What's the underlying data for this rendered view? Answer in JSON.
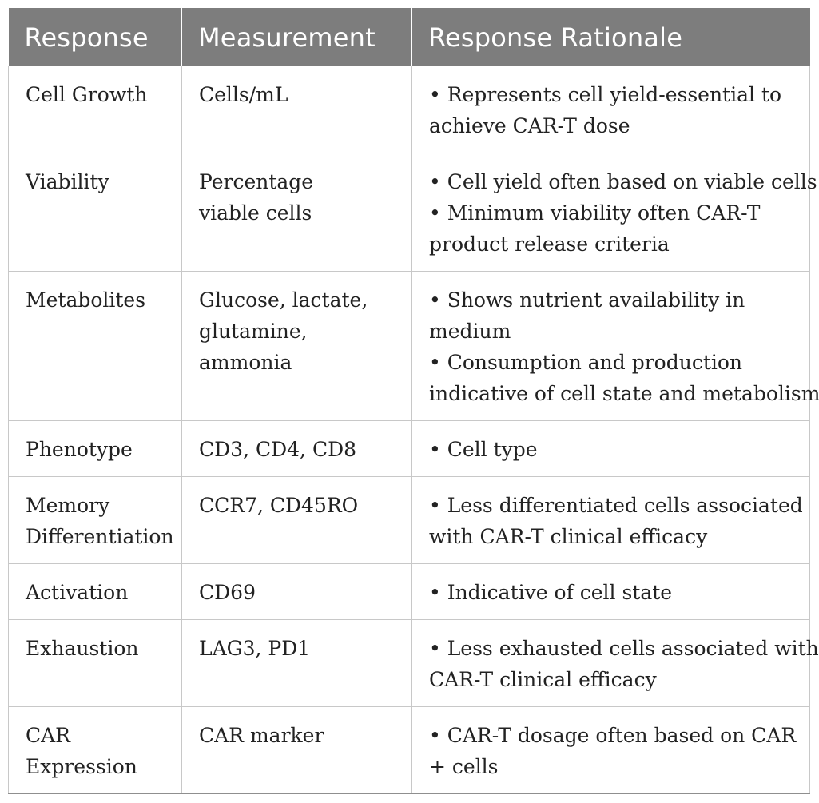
{
  "table": {
    "headers": [
      "Response",
      "Measurement",
      "Response Rationale"
    ],
    "rows": [
      {
        "response": [
          "Cell Growth"
        ],
        "measurement": [
          "Cells/mL"
        ],
        "rationale": [
          "• Represents cell yield-essential to",
          "achieve CAR-T dose"
        ]
      },
      {
        "response": [
          "Viability"
        ],
        "measurement": [
          "Percentage",
          "viable cells"
        ],
        "rationale": [
          "• Cell yield often based on viable cells",
          "• Minimum viability often CAR-T",
          "product release criteria"
        ]
      },
      {
        "response": [
          "Metabolites"
        ],
        "measurement": [
          "Glucose, lactate,",
          "glutamine,",
          "ammonia"
        ],
        "rationale": [
          "• Shows nutrient availability in",
          "medium",
          "• Consumption and production",
          "indicative of cell state and metabolism"
        ]
      },
      {
        "response": [
          "Phenotype"
        ],
        "measurement": [
          "CD3, CD4, CD8"
        ],
        "rationale": [
          "• Cell type"
        ]
      },
      {
        "response": [
          "Memory",
          "Differentiation"
        ],
        "measurement": [
          "CCR7, CD45RO"
        ],
        "rationale": [
          "• Less differentiated cells associated",
          "with CAR-T clinical efficacy"
        ]
      },
      {
        "response": [
          "Activation"
        ],
        "measurement": [
          "CD69"
        ],
        "rationale": [
          "• Indicative of cell state"
        ]
      },
      {
        "response": [
          "Exhaustion"
        ],
        "measurement": [
          "LAG3, PD1"
        ],
        "rationale": [
          "• Less exhausted cells associated with",
          "CAR-T clinical efficacy"
        ]
      },
      {
        "response": [
          "CAR",
          "Expression"
        ],
        "measurement": [
          "CAR marker"
        ],
        "rationale": [
          "• CAR-T dosage often based on CAR",
          "+ cells"
        ]
      }
    ]
  }
}
